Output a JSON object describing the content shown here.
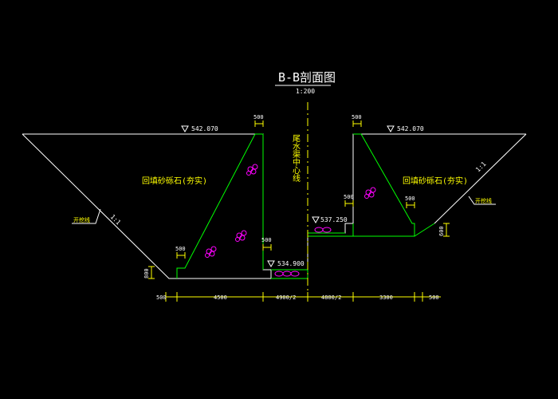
{
  "title": "B-B剖面图",
  "scale": "1:200",
  "elevations": {
    "top_left": "542.070",
    "top_right": "542.070",
    "bottom_left": "534.900",
    "channel": "537.250"
  },
  "fill_labels": {
    "left": "回填砂砾石(夯实)",
    "right": "回填砂砾石(夯实)"
  },
  "slope_ratio_left": "1:1",
  "slope_ratio_right": "1:1",
  "excavation_label_left": "开挖线",
  "excavation_label_right": "开挖线",
  "centerline_label": "尾水渠中心线",
  "local_dims": {
    "top_left_wall": "500",
    "top_right_wall": "500",
    "base_step_left": "500",
    "left_wall_inner": "500",
    "right_channel_wall": "500",
    "right_slope_step": "500",
    "left_height": "800",
    "right_height": "600"
  },
  "bottom_dims": [
    "500",
    "4500",
    "4900/2",
    "4800/2",
    "3300",
    "500"
  ],
  "colors": {
    "outline": "#ffffff",
    "fill_boundary": "#00ff00",
    "dimension": "#ffff00",
    "gravel": "#ff00ff",
    "marker": "#00ffff"
  }
}
